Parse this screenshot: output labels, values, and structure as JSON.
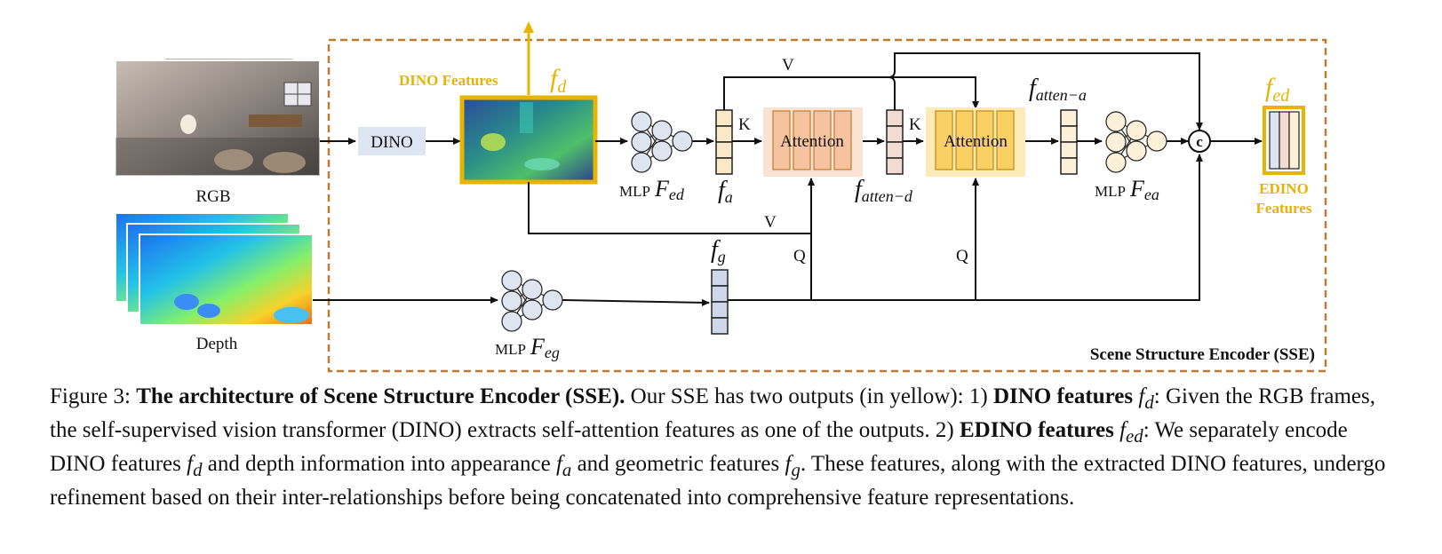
{
  "diagram": {
    "rgb_label": "RGB",
    "depth_label": "Depth",
    "dino_box": "DINO",
    "dino_features_label": "DINO Features",
    "fd_label": "f",
    "fd_sub": "d",
    "mlp_ed_prefix": "MLP",
    "mlp_ed_var": "F",
    "mlp_ed_sub": "ed",
    "fa_label": "f",
    "fa_sub": "a",
    "k1_label": "K",
    "v_top_label": "V",
    "v_mid_label": "V",
    "attention1_label": "Attention",
    "f_atten_d_label": "f",
    "f_atten_d_sub": "atten−d",
    "k2_label": "K",
    "attention2_label": "Attention",
    "f_atten_a_label": "f",
    "f_atten_a_sub": "atten−a",
    "mlp_ea_prefix": "MLP",
    "mlp_ea_var": "F",
    "mlp_ea_sub": "ea",
    "concat_symbol": "c",
    "fed_label": "f",
    "fed_sub": "ed",
    "edino_line1": "EDINO",
    "edino_line2": "Features",
    "q1_label": "Q",
    "q2_label": "Q",
    "fg_label": "f",
    "fg_sub": "g",
    "mlp_eg_prefix": "MLP",
    "mlp_eg_var": "F",
    "mlp_eg_sub": "eg",
    "sse_title": "Scene Structure Encoder (SSE)",
    "colors": {
      "yellow": "#e8b400",
      "frame_orange": "#c07a30",
      "attention1_fill": "#f6c3a0",
      "attention1_bg": "#fbe3d3",
      "attention2_fill": "#f8d064",
      "attention2_bg": "#fcebb8",
      "dino_box_fill": "#dde5f2",
      "node_fill": "#dfe5f0",
      "fa_fill": "#fbe8c6",
      "fg_fill": "#cfd8ea"
    }
  },
  "caption": {
    "fig_num": "Figure 3: ",
    "title": "The architecture of Scene Structure Encoder (SSE).",
    "t1": " Our SSE has two outputs (in yellow): 1) ",
    "b1": "DINO features",
    "v1": "f",
    "s1": "d",
    "t2": ": Given the RGB frames, the self-supervised vision transformer (DINO) extracts self-attention features as one of the outputs. 2) ",
    "b2": "EDINO features",
    "v2": "f",
    "s2": "ed",
    "t3": ": We separately encode DINO features ",
    "v3": "f",
    "s3": "d",
    "t4": " and depth information into appearance ",
    "v4": "f",
    "s4": "a",
    "t5": " and geometric features ",
    "v5": "f",
    "s5": "g",
    "t6": ". These features, along with the extracted DINO features, undergo refinement based on their inter-relationships before being concatenated into comprehensive feature representations."
  }
}
